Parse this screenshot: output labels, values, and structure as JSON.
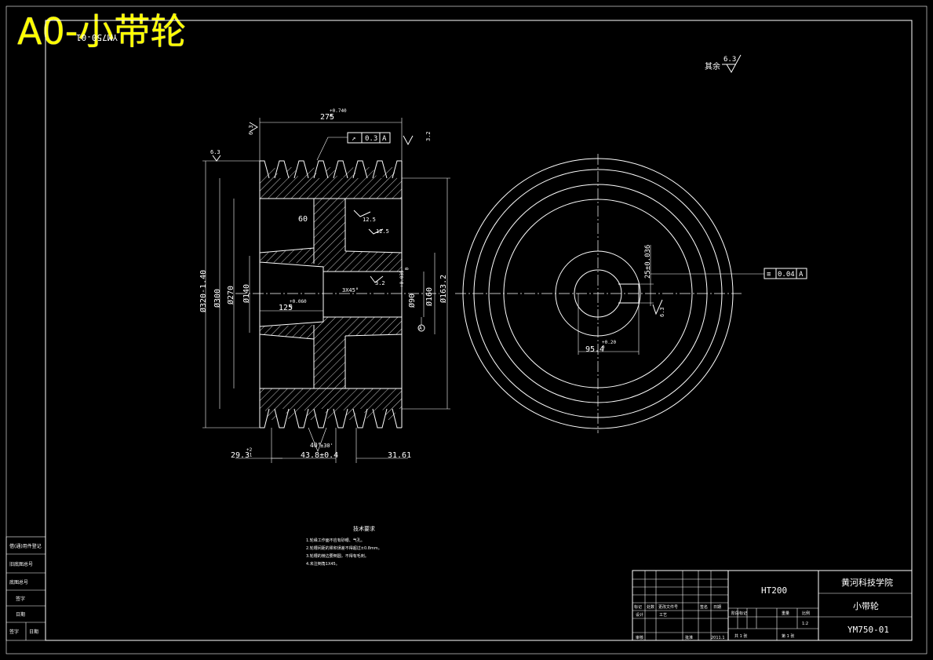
{
  "overlay_title": "A0-小带轮",
  "rotated_code": "YM750-01",
  "roughness": {
    "other_label": "其余",
    "other_value": "6.3",
    "left_top": "6.3",
    "top_left": "6.3",
    "top_right": "3.2",
    "hub_face": "12.5",
    "web_face": "12.5",
    "bore": "3.2",
    "keyway": "6.3"
  },
  "dims": {
    "width_top": "275",
    "width_top_tol": "+0.740\n0",
    "od_big": "Ø320-1.40",
    "od_300": "Ø300",
    "od_270": "Ø270",
    "d_140": "Ø140",
    "d_90": "Ø90",
    "d_90_tol": "+0.035\n0",
    "d_160": "Ø160",
    "d_163": "Ø163.2",
    "web_60": "60",
    "bore_len": "125",
    "bore_len_tol": "+0.060\n0",
    "taper": "3X45°",
    "pitch_first": "29.3",
    "pitch_first_tol": "+2\n-1",
    "pitch_mid": "43.8±0.4",
    "pitch_last": "31.61",
    "groove_angle": "40°",
    "groove_angle_tol": "±30'",
    "key_depth": "95.4",
    "key_depth_tol": "+0.20\n0",
    "key_width": "25±0.036"
  },
  "gdt": {
    "runout_symbol": "↗",
    "runout_value": "0.3",
    "runout_datum": "A",
    "sym_symbol": "≡",
    "sym_value": "0.04",
    "sym_datum": "A",
    "datum_label": "A"
  },
  "tech_req": {
    "title": "技术要求",
    "lines": [
      "1.轮缘工作面不应有砂眼、气孔。",
      "2.轮槽间距的累积误差不得超过±0.8mm。",
      "3.轮槽的棱边要倒圆，不得有毛刺。",
      "4.未注倒角1X45。"
    ]
  },
  "title_block": {
    "material": "HT200",
    "school": "黄河科技学院",
    "part_name": "小带轮",
    "drawing_no": "YM750-01",
    "scale_label": "比例",
    "scale": "1:2",
    "weight_label": "重量",
    "sheet_total": "共 1 张",
    "sheet_no": "第 1 张",
    "date": "2011.1",
    "header_cells": [
      "标记",
      "处数",
      "更改文件号",
      "签名",
      "日期"
    ],
    "role_rows": [
      "设计",
      "审核",
      "工艺",
      "批准"
    ],
    "stage_labels": [
      "阶段标记",
      "重量",
      "比例"
    ]
  },
  "side_strip": {
    "cells": [
      "借(通)用件登记",
      "旧底图总号",
      "底图总号",
      "签字",
      "日期"
    ],
    "bottom": [
      "签字",
      "日期"
    ]
  }
}
